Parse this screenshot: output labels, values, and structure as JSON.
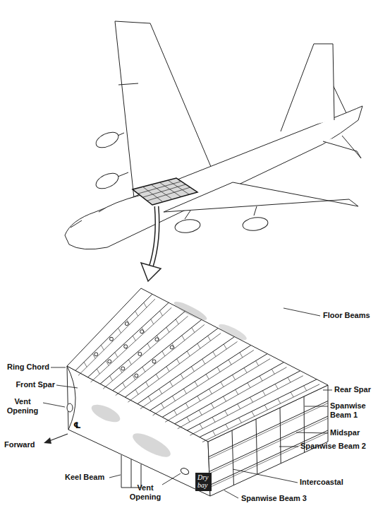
{
  "diagram": {
    "nodes": [
      {
        "text": [
          "Dry bay"
        ]
      }
    ],
    "labels": [
      "Floor Beams",
      "Ring Chord",
      "Front Spar",
      "Vent Opening",
      "Rear Spar",
      "Spanwise Beam 1",
      "Midspar",
      "Spanwise Beam 2",
      "Forward",
      "Keel Beam",
      "Vent Opening",
      "Intercoastal",
      "Spanwise Beam 3",
      "℄"
    ]
  }
}
